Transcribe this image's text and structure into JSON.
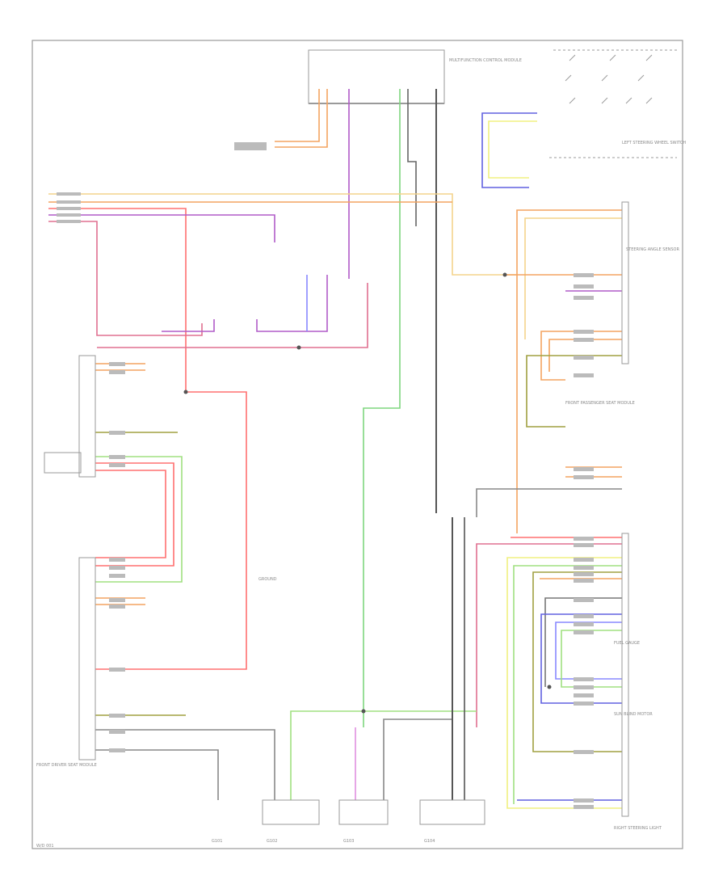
{
  "diagram": {
    "labels": {
      "top_module": "MULTIFUNCTION CONTROL MODULE",
      "left_steering_switch": "LEFT STEERING WHEEL SWITCH",
      "steering_angle_sensor": "STEERING ANGLE SENSOR",
      "front_driver_seat": "FRONT DRIVER SEAT MODULE",
      "front_passenger_seat": "FRONT PASSENGER SEAT MODULE",
      "right_steering_light": "RIGHT STEERING LIGHT",
      "sun_blind": "SUN BLIND MOTOR",
      "fuel_gauge": "FUEL GAUGE",
      "ground": "GROUND",
      "bottom_left": "G101",
      "bottom_center": "G102",
      "bottom_center2": "G103",
      "bottom_right": "G104",
      "footer_code": "W/D 001"
    }
  }
}
